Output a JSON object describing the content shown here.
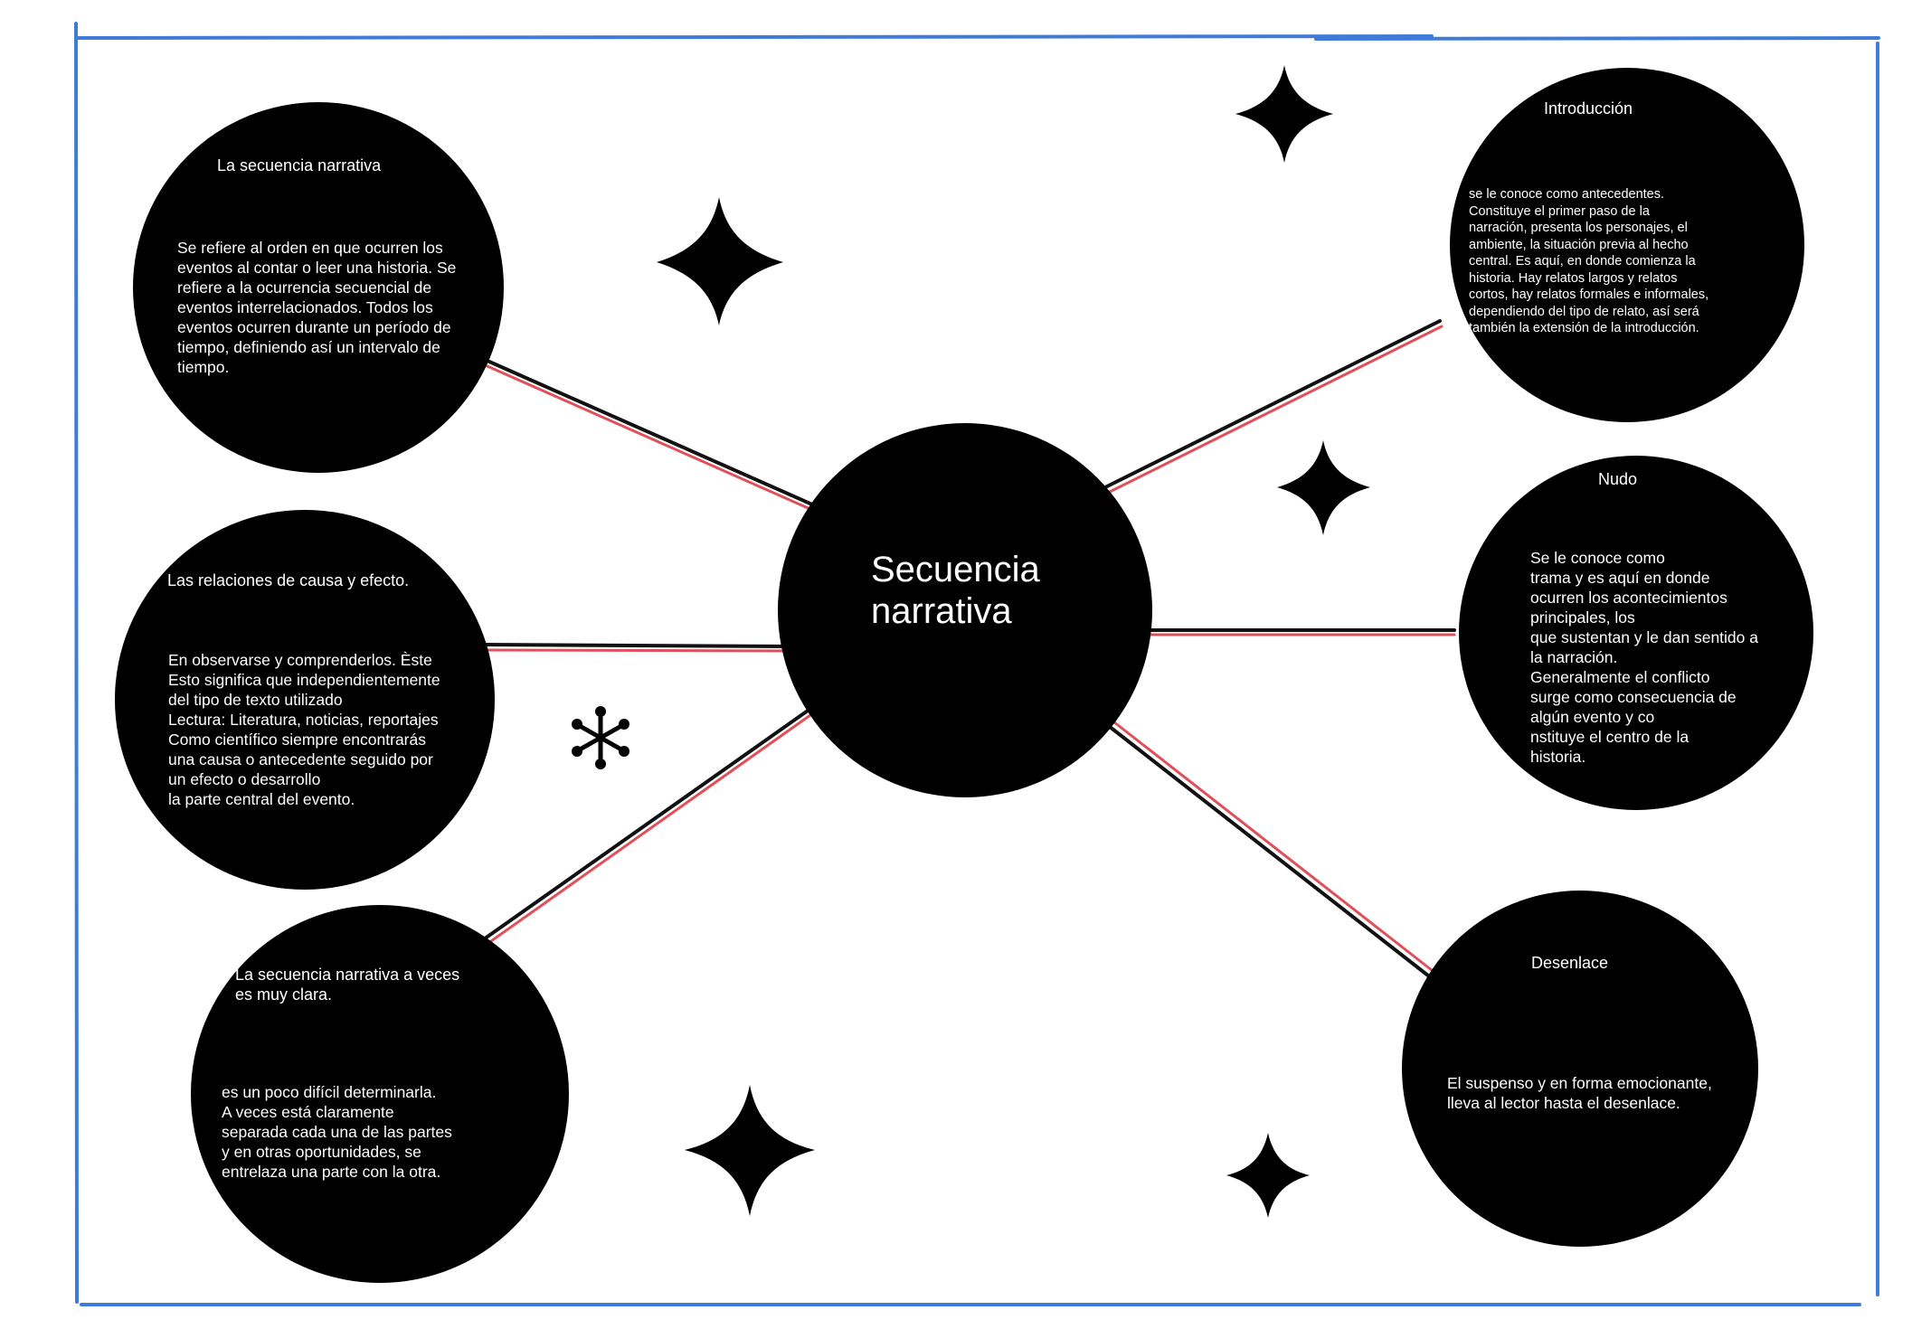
{
  "center": {
    "title": "Secuencia\nnarrativa"
  },
  "nodes": {
    "definition": {
      "title": "La secuencia narrativa",
      "body": "Se refiere al orden en que ocurren los\neventos al contar o leer una historia. Se\nrefiere a la ocurrencia secuencial de\neventos interrelacionados. Todos los\neventos ocurren durante un período de\ntiempo, definiendo así un intervalo de\ntiempo."
    },
    "cause_effect": {
      "title": "Las relaciones de causa y efecto.",
      "body": "En observarse y comprenderlos.  Èste\nEsto significa que independientemente\ndel tipo de texto utilizado\nLectura: Literatura, noticias, reportajes\nComo científico siempre encontrarás\nuna causa o antecedente seguido por\nun efecto o desarrollo\nla parte central del evento."
    },
    "clarity": {
      "title": "La secuencia narrativa a  veces\nes muy  clara.",
      "body": "es un  poco difícil  determinarla.\nA  veces  está  claramente\nseparada  cada  una  de  las partes\ny en otras oportunidades, se\nentrelaza una parte con la otra."
    },
    "introduccion": {
      "title": "Introducción",
      "body": "se  le  conoce  como  antecedentes.\nConstituye  el  primer  paso  de  la\nnarración,  presenta  los  personajes,  el\nambiente,  la  situación  previa  al  hecho\ncentral.   Es  aquí,  en  donde comienza  la\nhistoria.   Hay  relatos  largos  y  relatos\ncortos,  hay  relatos formales e informales,\ndependiendo del tipo de relato, así será\ntambién la extensión  de  la  introducción."
    },
    "nudo": {
      "title": "Nudo",
      "body": "  Se  le  conoce  como\ntrama  y  es  aquí  en  donde\nocurren  los  acontecimientos\nprincipales,  los\nque sustentan y le dan sentido a\nla narración.\nGeneralmente el conflicto\nsurge  como  consecuencia  de\nalgún  evento  y  co\nnstituye  el  centro  de  la\nhistoria."
    },
    "desenlace": {
      "title": "Desenlace",
      "body": "El suspenso y en forma emocionante,\nlleva al lector hasta el desenlace."
    }
  },
  "colors": {
    "node_fill": "#000000",
    "node_text": "#ffffff",
    "connector_black": "#111111",
    "connector_red": "#e0505a",
    "frame_blue": "#3f7bd8",
    "background": "#ffffff"
  },
  "icons": [
    "sparkle-star-icon",
    "asterisk-icon"
  ]
}
